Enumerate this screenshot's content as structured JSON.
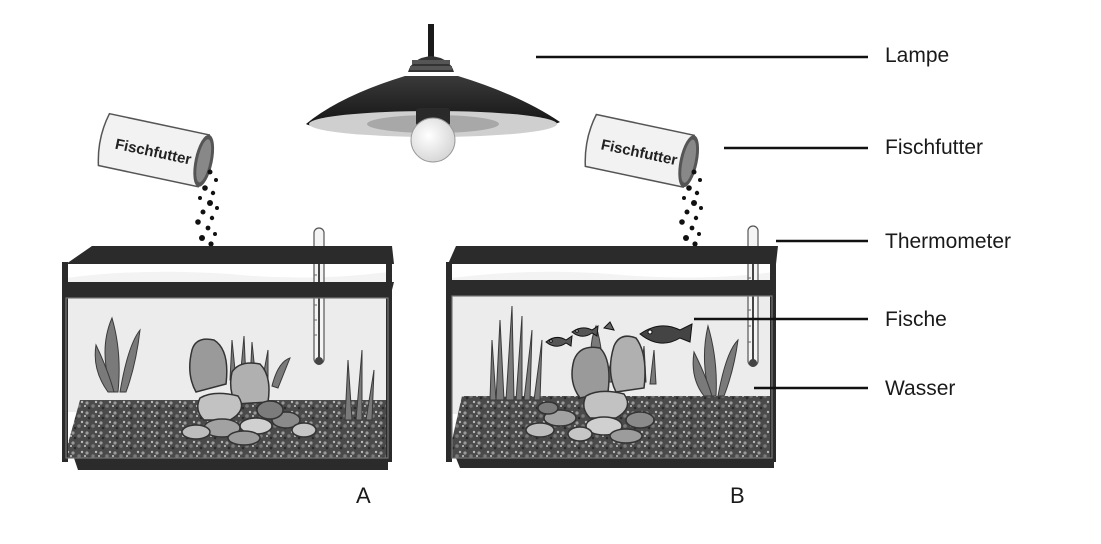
{
  "labels": {
    "lamp": "Lampe",
    "fish_food": "Fischfutter",
    "thermometer": "Thermometer",
    "fish": "Fische",
    "water": "Wasser"
  },
  "cans": {
    "a_text": "Fischfutter",
    "b_text": "Fischfutter"
  },
  "tanks": {
    "a": "A",
    "b": "B"
  },
  "colors": {
    "ink": "#1a1a1a",
    "frame": "#2b2b2b",
    "water": "#e9e9e9",
    "gravel": "#5a5a5a"
  }
}
